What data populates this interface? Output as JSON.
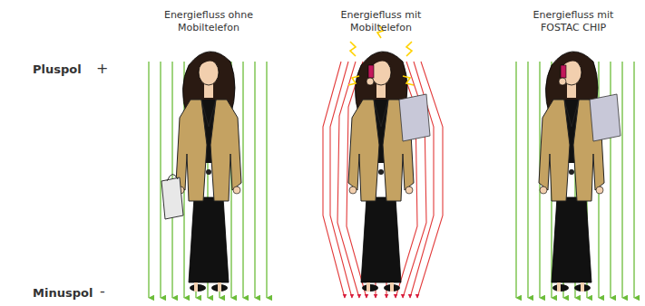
{
  "diagram": {
    "labels": [
      "Energiefluss ohne Mobiltelefon",
      "Energiefluss mit Mobiltelefon",
      "Energiefluss mit FOSTAC CHIP",
      "Pluspol",
      "+",
      "Minuspol",
      "-"
    ]
  }
}
